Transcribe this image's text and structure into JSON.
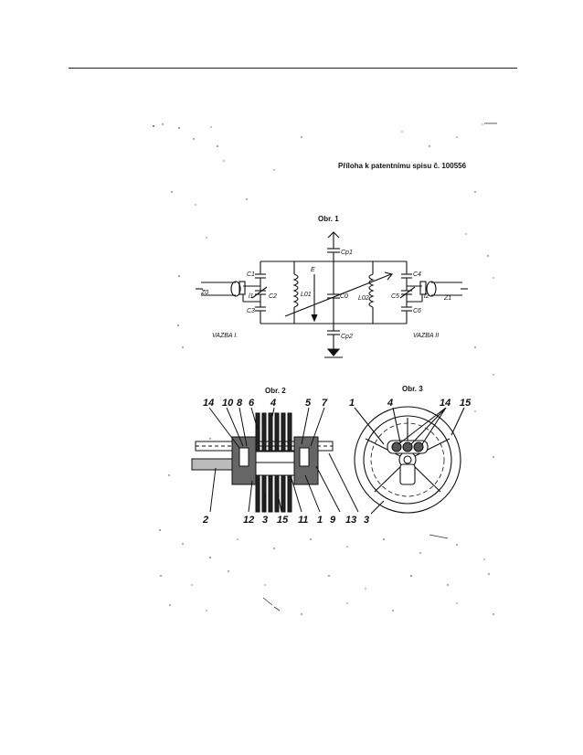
{
  "header": {
    "caption": "Příloha k patentnímu spisu č. 100556"
  },
  "figure1": {
    "title": "Obr. 1",
    "labels": {
      "cp1": "Cp1",
      "cp2": "Cp2",
      "c1": "C1",
      "c2": "C2",
      "c3": "C3",
      "c4": "C4",
      "c5": "C5",
      "c6": "C6",
      "c0": "C0",
      "l1": "l1",
      "l2": "l2",
      "l01": "L01",
      "l02": "L02",
      "z0": "Z0",
      "z1": "Z1",
      "e": "E"
    },
    "coupling_left": "VAZBA I.",
    "coupling_right": "VAZBA II"
  },
  "figure2": {
    "title": "Obr. 2",
    "top_numbers": [
      "14",
      "10",
      "8",
      "6",
      "4",
      "5",
      "7"
    ],
    "bottom_numbers": [
      "2",
      "12",
      "3",
      "15",
      "11",
      "1",
      "9",
      "13"
    ]
  },
  "figure3": {
    "title": "Obr. 3",
    "top_numbers": [
      "1",
      "4",
      "14",
      "15"
    ],
    "bottom_numbers": [
      "3"
    ]
  }
}
